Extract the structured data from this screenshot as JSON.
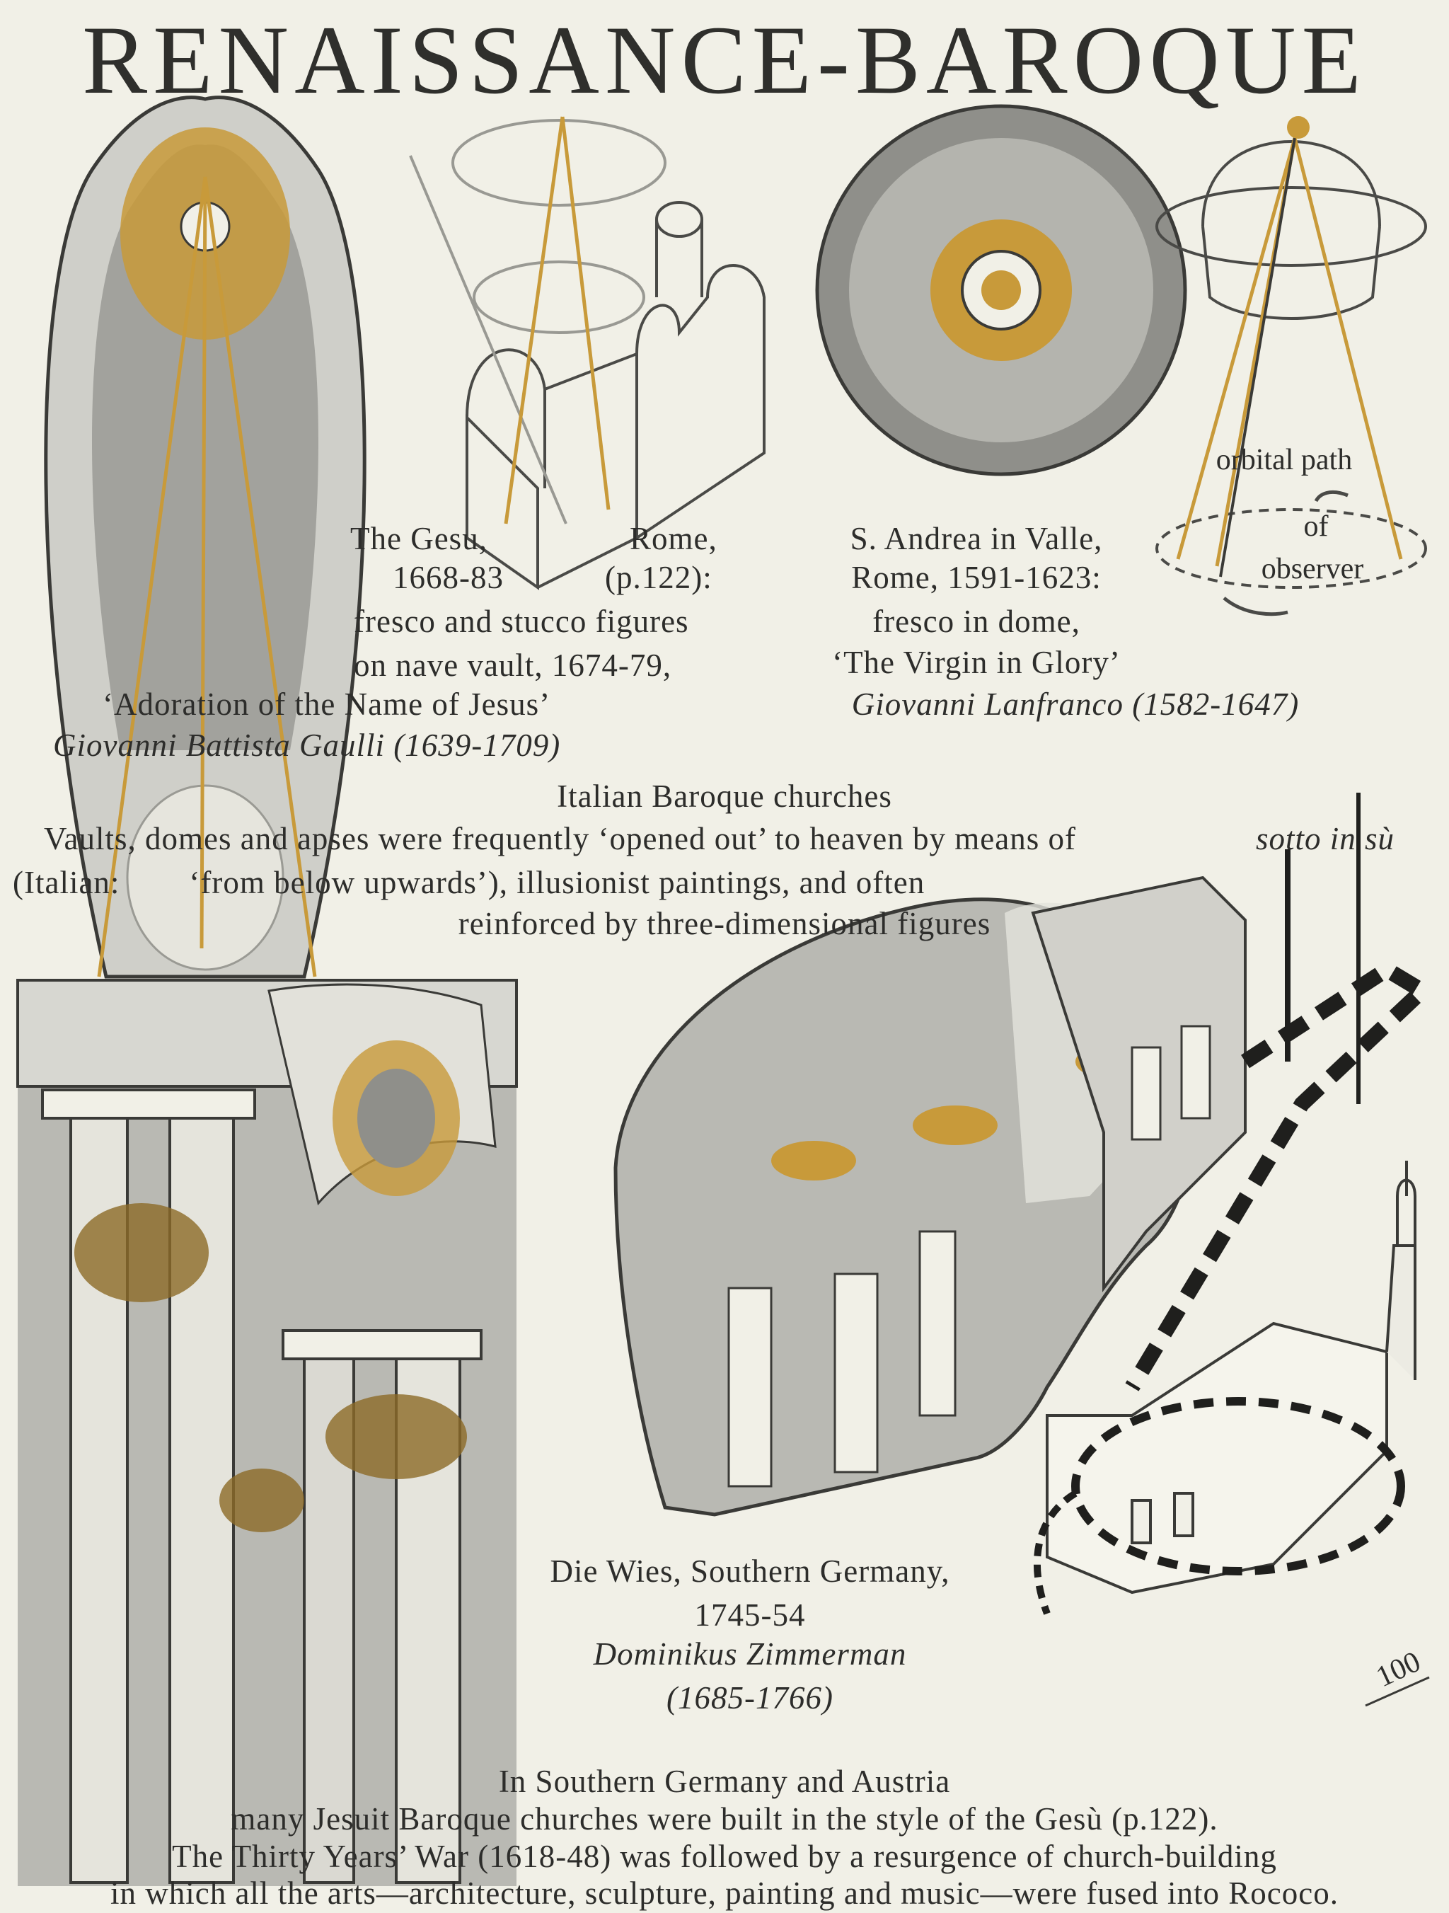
{
  "title": "RENAISSANCE-BAROQUE",
  "gesu": {
    "line1_a": "The Gesu,",
    "line1_b": "Rome,",
    "line2_a": "1668-83",
    "line2_b": "(p.122):",
    "line3": "fresco and stucco figures",
    "line4": "on nave vault, 1674-79,",
    "line5": "‘Adoration of the Name of Jesus’",
    "artist": "Giovanni Battista Gaulli (1639-1709)"
  },
  "andrea": {
    "line1": "S. Andrea in Valle,",
    "line2": "Rome, 1591-1623:",
    "line3": "fresco in dome,",
    "line4": "‘The Virgin in Glory’",
    "artist": "Giovanni Lanfranco (1582-1647)"
  },
  "orbital": {
    "line1": "orbital path",
    "line2": "of",
    "line3": "observer"
  },
  "italian": {
    "heading": "Italian Baroque churches",
    "line1_a": "Vaults, domes and apses were frequently ‘opened out’ to heaven by means of",
    "line1_b": "sotto in sù",
    "line2": "(Italian:        ‘from below upwards’), illusionist paintings, and often",
    "line3": "reinforced by three-dimensional figures"
  },
  "wies": {
    "line1": "Die Wies, Southern Germany,",
    "line2": "1745-54",
    "artist": "Dominikus Zimmerman",
    "dates": "(1685-1766)"
  },
  "scale": "100",
  "footer": {
    "line1": "In Southern Germany and Austria",
    "line2": "many Jesuit Baroque churches were built in the style of the Gesù (p.122).",
    "line3": "The Thirty Years’ War (1618-48) was followed by a resurgence of church-building",
    "line4": "in which all the arts—architecture, sculpture, painting and music—were fused into Rococo."
  },
  "colors": {
    "paper": "#f1f0e7",
    "ink": "#2d2d2b",
    "gold": "#c89a3a",
    "wash": "#b9b9b3"
  }
}
